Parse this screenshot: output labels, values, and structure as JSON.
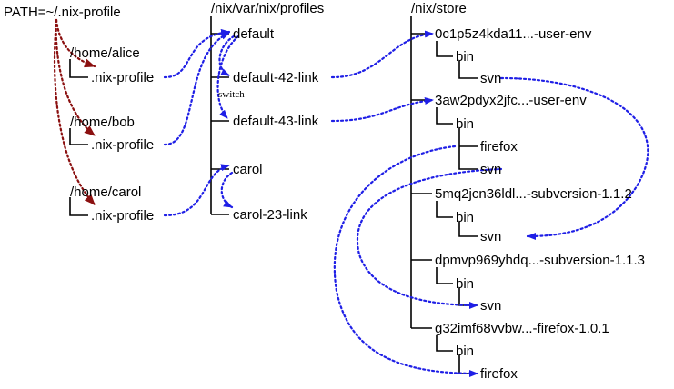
{
  "colors": {
    "link_blue": "#1f1fe6",
    "path_red": "#8b1010",
    "tree_black": "#000000"
  },
  "path_var": "PATH=~/.nix-profile",
  "users": {
    "alice": "/home/alice",
    "bob": "/home/bob",
    "carol": "/home/carol",
    "nix_profile": ".nix-profile"
  },
  "profiles": {
    "root": "/nix/var/nix/profiles",
    "default": "default",
    "default_42": "default-42-link",
    "default_43": "default-43-link",
    "carol": "carol",
    "carol_23": "carol-23-link",
    "switch": "switch"
  },
  "store": {
    "root": "/nix/store",
    "env1": "0c1p5z4kda11...-user-env",
    "env2": "3aw2pdyx2jfc...-user-env",
    "svn112": "5mq2jcn36ldl...-subversion-1.1.2",
    "svn113": "dpmvp969yhdq...-subversion-1.1.3",
    "firefox101": "g32imf68vvbw...-firefox-1.0.1",
    "bin": "bin",
    "svn": "svn",
    "firefox": "firefox"
  }
}
